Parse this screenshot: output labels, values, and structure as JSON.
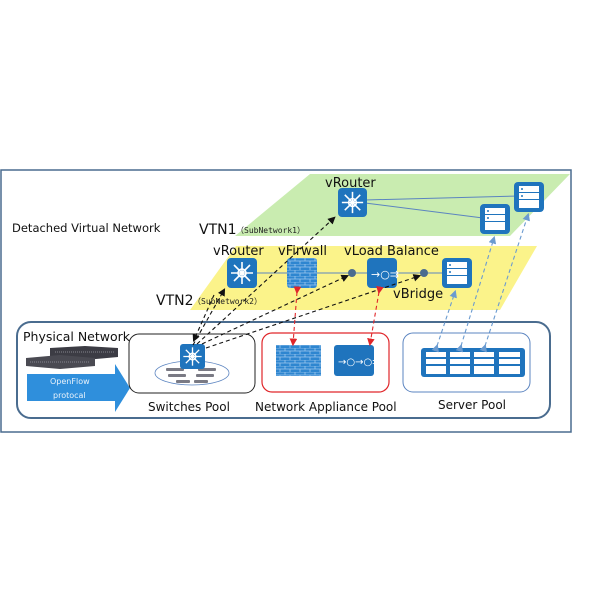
{
  "diagram": {
    "title": "Detached Virtual Network",
    "vtn1": {
      "label": "VTN1",
      "sublabel": "（SubNetwork1）",
      "color": "#c9ecb0",
      "nodes": {
        "router": "vRouter"
      }
    },
    "vtn2": {
      "label": "VTN2",
      "sublabel": "（SubNetwork2）",
      "color": "#fbf38a",
      "nodes": {
        "router": "vRouter",
        "firewall": "vFirwall",
        "load_balancer": "vLoad Balance",
        "bridge": "vBridge"
      }
    },
    "physical": {
      "label": "Physical Network",
      "arrow_text_line1": "OpenFlow",
      "arrow_text_line2": "protocal",
      "pools": {
        "switches": "Switches Pool",
        "appliances": "Network Appliance Pool",
        "servers": "Server Pool"
      }
    },
    "colors": {
      "icon_blue": "#1f74bd",
      "frame": "#4a6c8f",
      "appliance_border": "#e0262a",
      "dash_black": "#111111",
      "dash_red": "#e0262a",
      "dash_blue": "#6b9bd0"
    }
  }
}
